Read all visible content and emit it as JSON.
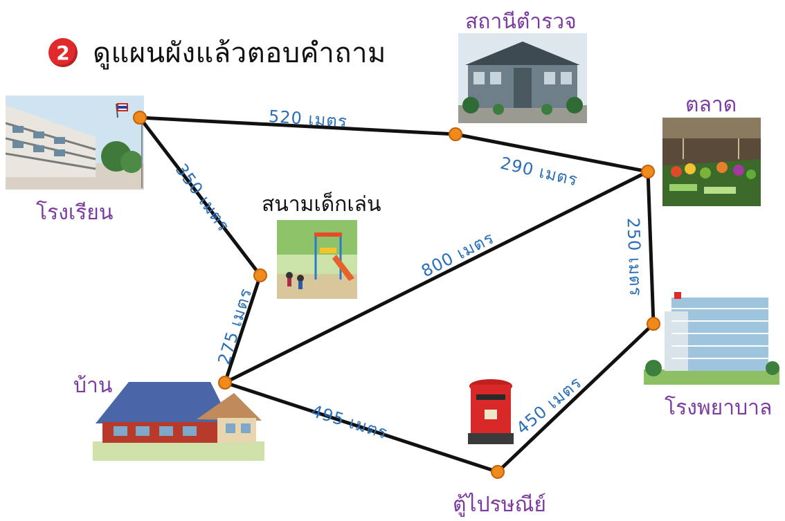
{
  "header": {
    "number": "2",
    "title": "ดูแผนผังแล้วตอบคำถาม"
  },
  "places": {
    "school": "โรงเรียน",
    "police": "สถานีตำรวจ",
    "market": "ตลาด",
    "playground": "สนามเด็กเล่น",
    "home": "บ้าน",
    "hospital": "โรงพยาบาล",
    "postbox": "ตู้ไปรษณีย์"
  },
  "distances": {
    "school_police": "520 เมตร",
    "police_market": "290 เมตร",
    "school_playground": "350 เมตร",
    "market_hospital": "250 เมตร",
    "home_market": "800 เมตร",
    "playground_home": "275 เมตร",
    "home_postbox": "495 เมตร",
    "postbox_hospital": "450 เมตร"
  },
  "colors": {
    "title_badge": "#e0292b",
    "place_label": "#7b3aa0",
    "distance_label": "#2a6fb8",
    "route_line": "#111111",
    "node": "#f08a1c"
  }
}
